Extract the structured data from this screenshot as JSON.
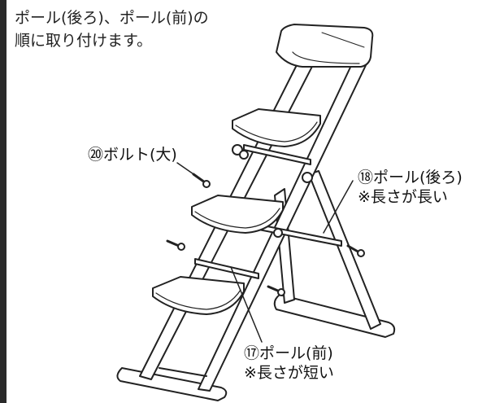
{
  "instruction": {
    "line1": "ポール(後ろ)、ポール(前)の",
    "line2": "順に取り付けます。"
  },
  "labels": {
    "bolt": "⑳ボルト(大)",
    "rear_pole_name": "⑱ポール(後ろ)",
    "rear_pole_note": "※長さが長い",
    "front_pole_name": "⑰ポール(前)",
    "front_pole_note": "※長さが短い"
  },
  "colors": {
    "line": "#222222",
    "step_fill": "#ffffff",
    "left_edge": "#2a2a2a"
  }
}
